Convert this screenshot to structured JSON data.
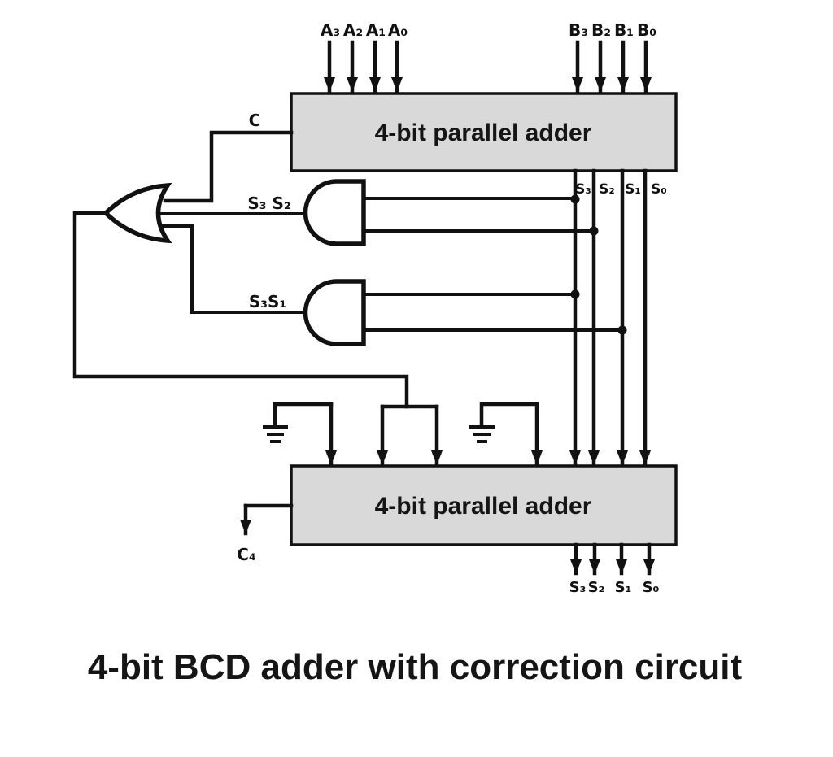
{
  "title": "4-bit BCD adder with correction circuit",
  "adders": {
    "top_label": "4-bit parallel adder",
    "bottom_label": "4-bit parallel adder"
  },
  "labels": {
    "carry_internal": "C",
    "carry_out": "C₄",
    "and_gate_upper": "S₃ S₂",
    "and_gate_lower": "S₃S₁",
    "a_inputs": [
      "A₃",
      "A₂",
      "A₁",
      "A₀"
    ],
    "b_inputs": [
      "B₃",
      "B₂",
      "B₁",
      "B₀"
    ],
    "sum_mid": [
      "S₃",
      "S₂",
      "S₁",
      "S₀"
    ],
    "sum_out": [
      "S₃",
      "S₂",
      "S₁",
      "S₀"
    ]
  },
  "gates": {
    "or_gate": "OR",
    "and_upper": "AND (S3·S2)",
    "and_lower": "AND (S3·S1)",
    "grounds": [
      "ground-left",
      "ground-right"
    ]
  },
  "colors": {
    "line": "#111111",
    "box_fill": "#d9d9d9",
    "background": "#ffffff"
  }
}
